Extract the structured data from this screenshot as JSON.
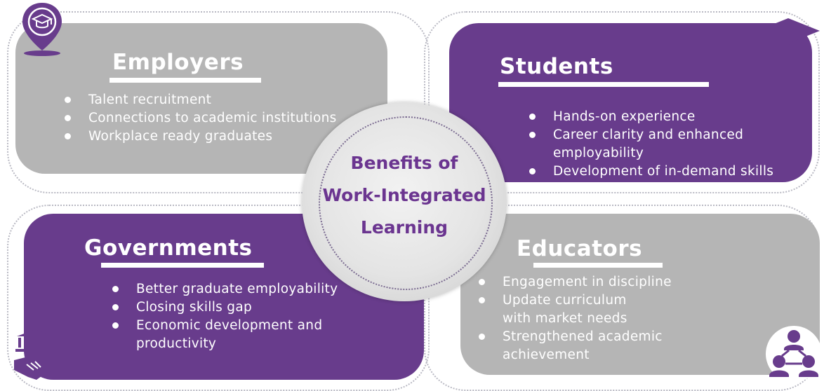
{
  "center": {
    "line1": "Benefits of",
    "line2": "Work-Integrated",
    "line3": "Learning"
  },
  "employers": {
    "title": "Employers",
    "items": [
      "Talent recruitment",
      "Connections to academic institutions",
      "Workplace ready graduates"
    ]
  },
  "students": {
    "title": "Students",
    "items": [
      "Hands-on experience",
      "Career clarity and enhanced",
      "employability",
      "Development of in-demand skills"
    ]
  },
  "governments": {
    "title": "Governments",
    "items": [
      "Better graduate employability",
      "Closing skills gap",
      "Economic development and",
      "productivity"
    ]
  },
  "educators": {
    "title": "Educators",
    "items": [
      "Engagement in discipline",
      "Update curriculum",
      "with market needs",
      "Strengthened academic",
      "achievement"
    ]
  },
  "icons": {
    "employers": "location-pin-graduation-icon",
    "students": "graduation-cap-icon",
    "governments": "government-handshake-icon",
    "educators": "people-network-icon"
  },
  "colors": {
    "purple": "#683c8c",
    "gray": "#b5b5b5",
    "center_text": "#6b3590"
  }
}
